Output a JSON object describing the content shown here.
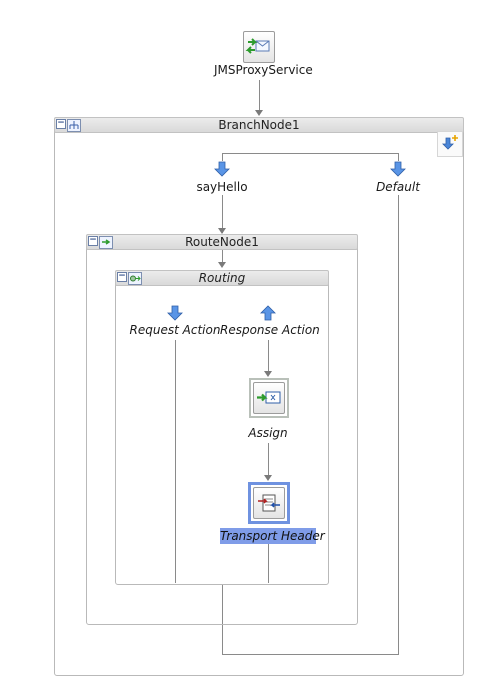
{
  "proxy_service": {
    "label": "JMSProxyService",
    "icon": "envelope-proxy-icon"
  },
  "branch_node": {
    "title": "BranchNode1",
    "toggle": "−"
  },
  "branches": {
    "left": "sayHello",
    "right": "Default"
  },
  "route_node": {
    "title": "RouteNode1",
    "toggle": "−"
  },
  "routing": {
    "title": "Routing",
    "toggle": "−"
  },
  "request_action": {
    "label": "Request Action"
  },
  "response_action": {
    "label": "Response Action"
  },
  "assign": {
    "label": "Assign"
  },
  "transport_header": {
    "label": "Transport Header",
    "selected": true
  },
  "colors": {
    "selection": "#7f9ce8",
    "arrow_blue": "#2f6fd6",
    "line": "#8a8a8a"
  }
}
